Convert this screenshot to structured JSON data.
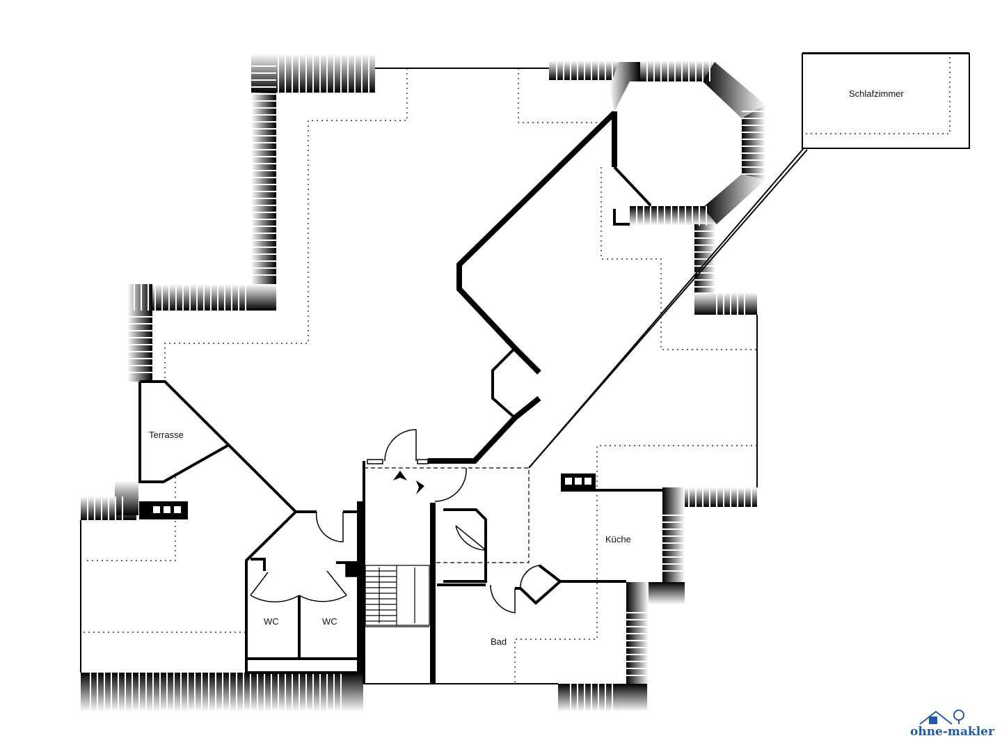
{
  "rooms": {
    "schlafzimmer": "Schlafzimmer",
    "terrasse": "Terrasse",
    "kueche": "Küche",
    "wc_left": "WC",
    "wc_right": "WC",
    "bad": "Bad"
  },
  "brand": {
    "name": "ohne-makler",
    "color": "#1f5ba8"
  },
  "colors": {
    "wall": "#000000",
    "background": "#ffffff"
  }
}
